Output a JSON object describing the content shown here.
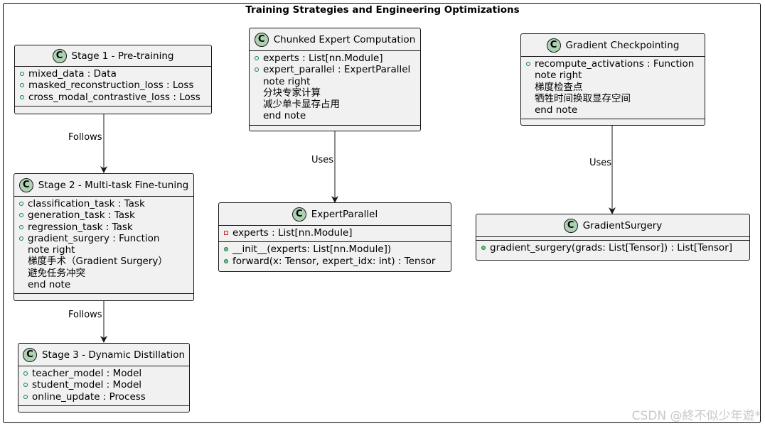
{
  "title": "Training Strategies and Engineering Optimizations",
  "classes": {
    "stage1": {
      "name": "Stage 1 - Pre-training",
      "members": [
        "mixed_data : Data",
        "masked_reconstruction_loss : Loss",
        "cross_modal_contrastive_loss : Loss"
      ]
    },
    "stage2": {
      "name": "Stage 2 - Multi-task Fine-tuning",
      "members": [
        "classification_task : Task",
        "generation_task : Task",
        "regression_task : Task",
        "gradient_surgery : Function"
      ],
      "notes": [
        "note right",
        "梯度手术（Gradient Surgery）",
        "避免任务冲突",
        "end note"
      ]
    },
    "stage3": {
      "name": "Stage 3 - Dynamic Distillation",
      "members": [
        "teacher_model : Model",
        "student_model : Model",
        "online_update : Process"
      ]
    },
    "chunked": {
      "name": "Chunked Expert Computation",
      "members": [
        "experts : List[nn.Module]",
        "expert_parallel : ExpertParallel"
      ],
      "notes": [
        "note right",
        "分块专家计算",
        "减少单卡显存占用",
        "end note"
      ]
    },
    "expert_parallel": {
      "name": "ExpertParallel",
      "fields": [
        "experts : List[nn.Module]"
      ],
      "methods": [
        "__init__(experts: List[nn.Module])",
        "forward(x: Tensor, expert_idx: int) : Tensor"
      ]
    },
    "checkpointing": {
      "name": "Gradient Checkpointing",
      "members": [
        "recompute_activations : Function"
      ],
      "notes": [
        "note right",
        "梯度检查点",
        "牺牲时间换取显存空间",
        "end note"
      ]
    },
    "surgery": {
      "name": "GradientSurgery",
      "methods": [
        "gradient_surgery(grads: List[Tensor]) : List[Tensor]"
      ]
    }
  },
  "edges": {
    "s1_s2": "Follows",
    "s2_s3": "Follows",
    "chunk_ep": "Uses",
    "ckpt_gs": "Uses"
  },
  "class_icon_letter": "C",
  "colors": {
    "class_fill": "#f1f1f1",
    "class_icon": "#add1b2",
    "border": "#181818",
    "public": "#038048",
    "private": "#c82930"
  },
  "watermark": "CSDN @終不似少年遊*"
}
